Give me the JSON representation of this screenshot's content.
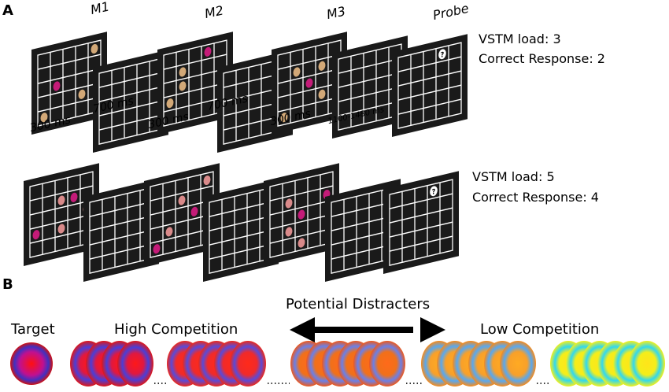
{
  "panel_a": {
    "label": "A",
    "row1": {
      "frame_labels": [
        "M1",
        "M2",
        "M3",
        "Probe"
      ],
      "durations": [
        "300 ms",
        "700 ms",
        "300 ms",
        "700 ms",
        "300 ms",
        "1100-1480 ms"
      ],
      "load_text": "VSTM load: 3",
      "response_text": "Correct Response: 2"
    },
    "row2": {
      "load_text": "VSTM load: 5",
      "response_text": "Correct Response: 4"
    }
  },
  "panel_b": {
    "label": "B",
    "target_label": "Target",
    "high_label": "High Competition",
    "distracters_label": "Potential Distracters",
    "low_label": "Low Competition"
  },
  "colors": {
    "frame": "#1a1a1a",
    "grid": "#ffffff",
    "tan_dot": "#d2a877",
    "magenta_dot": "#c41b78",
    "pink_dot": "#d98a8a"
  },
  "icons": [
    "double-arrow-icon",
    "probe-question-icon"
  ]
}
